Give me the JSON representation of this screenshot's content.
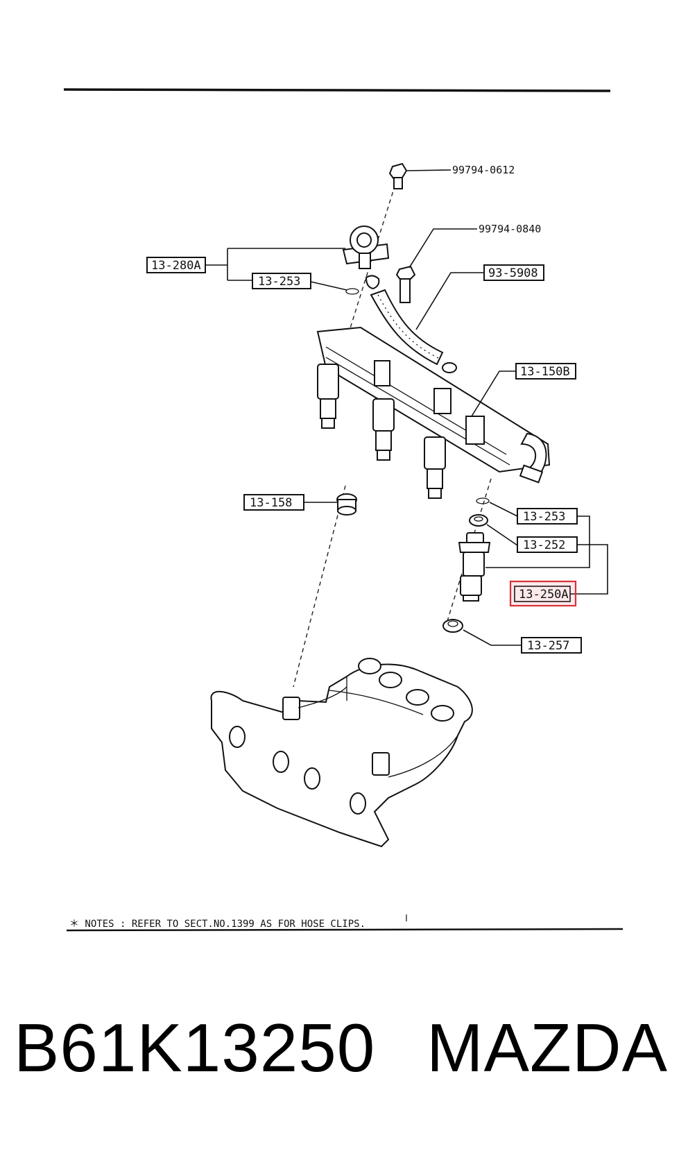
{
  "labels": {
    "bolt_top": "99794-0612",
    "bolt_mid": "99794-0840",
    "regulator": "13-280A",
    "oring_top": "13-253",
    "hose": "93-5908",
    "fuel_rail": "13-150B",
    "insulator": "13-158",
    "oring_low": "13-253",
    "cushion": "13-252",
    "injector": "13-250A",
    "seal": "13-257"
  },
  "highlight_color": "#d9303a",
  "note": "＊ NOTES : REFER TO SECT.NO.1399 AS FOR HOSE CLIPS.",
  "footer": {
    "part_number": "B61K13250",
    "brand": "MAZDA"
  }
}
